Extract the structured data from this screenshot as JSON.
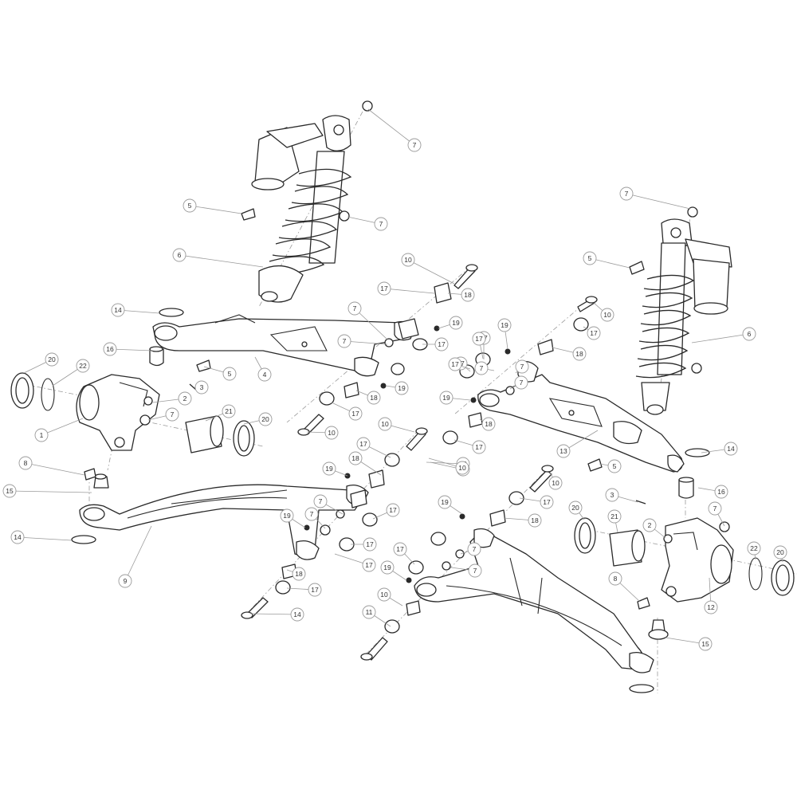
{
  "callouts": [
    {
      "label": "7"
    },
    {
      "label": "5"
    },
    {
      "label": "7"
    },
    {
      "label": "6"
    },
    {
      "label": "10"
    },
    {
      "label": "17"
    },
    {
      "label": "18"
    },
    {
      "label": "14"
    },
    {
      "label": "7"
    },
    {
      "label": "19"
    },
    {
      "label": "7"
    },
    {
      "label": "17"
    },
    {
      "label": "17"
    },
    {
      "label": "16"
    },
    {
      "label": "5"
    },
    {
      "label": "4"
    },
    {
      "label": "19"
    },
    {
      "label": "20"
    },
    {
      "label": "22"
    },
    {
      "label": "3"
    },
    {
      "label": "2"
    },
    {
      "label": "18"
    },
    {
      "label": "7"
    },
    {
      "label": "17"
    },
    {
      "label": "1"
    },
    {
      "label": "21"
    },
    {
      "label": "20"
    },
    {
      "label": "10"
    },
    {
      "label": "10"
    },
    {
      "label": "17"
    },
    {
      "label": "18"
    },
    {
      "label": "19"
    },
    {
      "label": "8"
    },
    {
      "label": "15"
    },
    {
      "label": "7"
    },
    {
      "label": "17"
    },
    {
      "label": "19"
    },
    {
      "label": "7"
    },
    {
      "label": "17"
    },
    {
      "label": "14"
    },
    {
      "label": "9"
    },
    {
      "label": "18"
    },
    {
      "label": "17"
    },
    {
      "label": "10"
    },
    {
      "label": "7"
    },
    {
      "label": "5"
    },
    {
      "label": "10"
    },
    {
      "label": "6"
    },
    {
      "label": "19"
    },
    {
      "label": "17"
    },
    {
      "label": "17"
    },
    {
      "label": "18"
    },
    {
      "label": "17"
    },
    {
      "label": "7"
    },
    {
      "label": "7"
    },
    {
      "label": "7"
    },
    {
      "label": "19"
    },
    {
      "label": "18"
    },
    {
      "label": "17"
    },
    {
      "label": "10"
    },
    {
      "label": "13"
    },
    {
      "label": "5"
    },
    {
      "label": "14"
    },
    {
      "label": "10"
    },
    {
      "label": "17"
    },
    {
      "label": "16"
    },
    {
      "label": "3"
    },
    {
      "label": "19"
    },
    {
      "label": "18"
    },
    {
      "label": "20"
    },
    {
      "label": "21"
    },
    {
      "label": "2"
    },
    {
      "label": "7"
    },
    {
      "label": "17"
    },
    {
      "label": "7"
    },
    {
      "label": "22"
    },
    {
      "label": "20"
    },
    {
      "label": "17"
    },
    {
      "label": "19"
    },
    {
      "label": "7"
    },
    {
      "label": "8"
    },
    {
      "label": "12"
    },
    {
      "label": "18"
    },
    {
      "label": "17"
    },
    {
      "label": "15"
    },
    {
      "label": "10"
    },
    {
      "label": "11"
    },
    {
      "label": "14"
    }
  ]
}
